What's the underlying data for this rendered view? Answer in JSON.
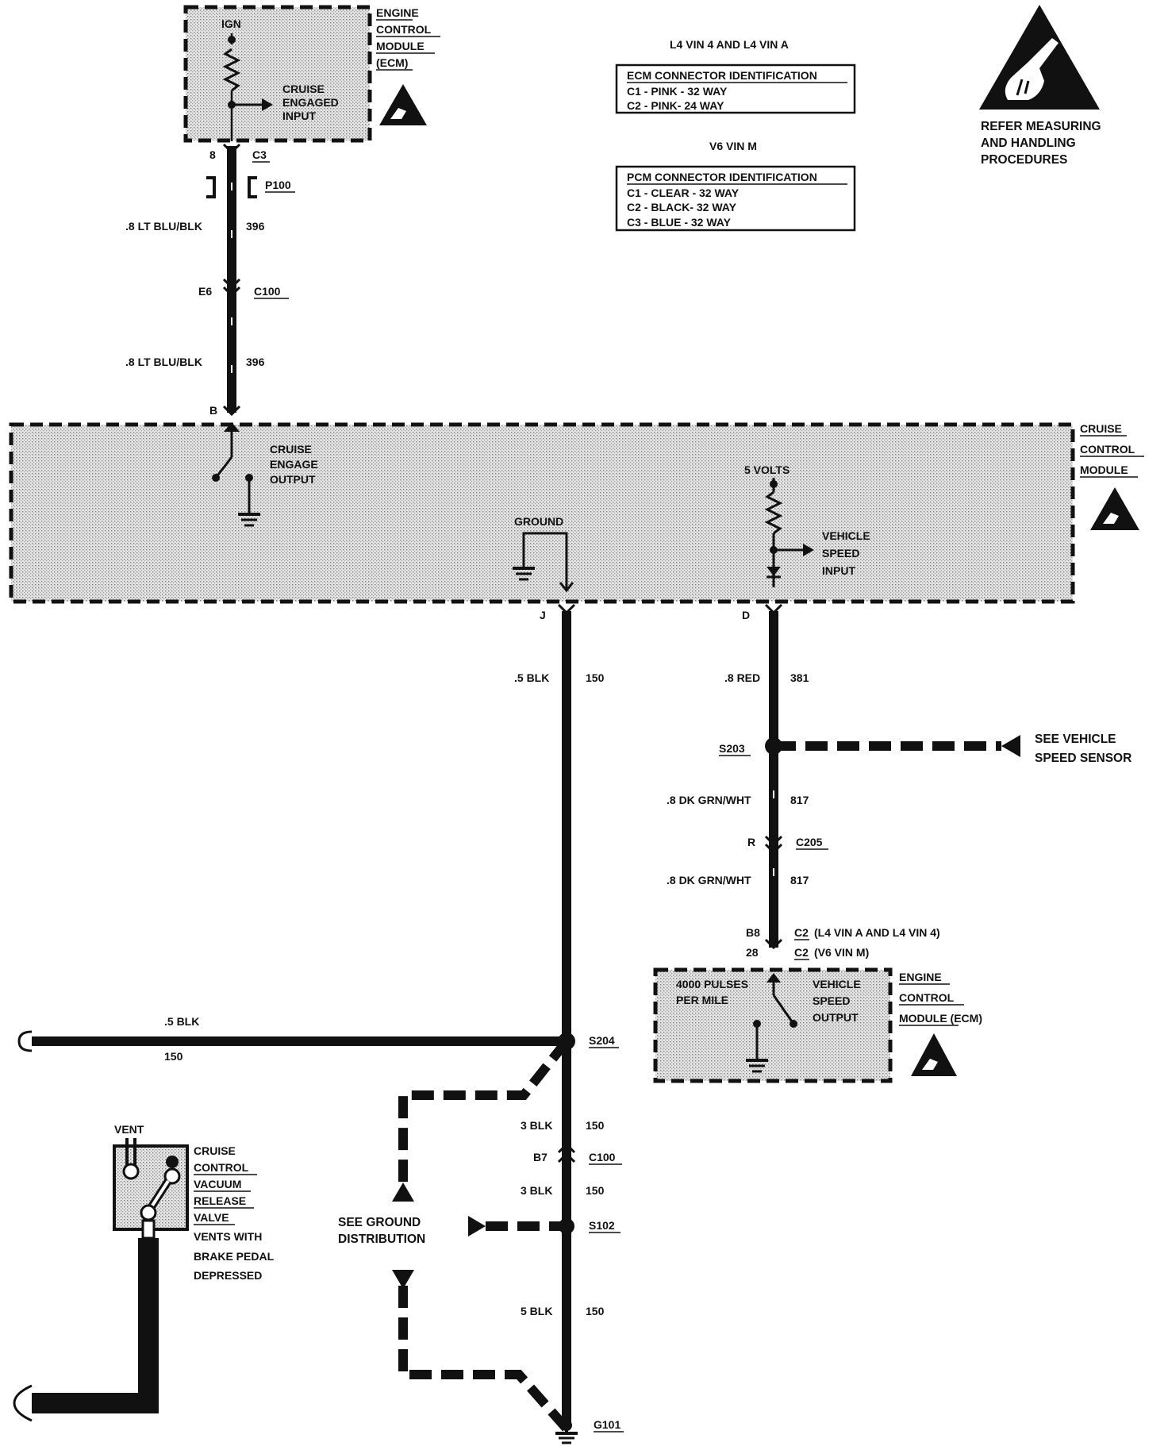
{
  "ecm_top": {
    "name_lines": [
      "ENGINE",
      "CONTROL",
      "MODULE",
      "(ECM)"
    ],
    "ign": "IGN",
    "input_lines": [
      "CRUISE",
      "ENGAGED",
      "INPUT"
    ]
  },
  "top_wire": {
    "pin_b8": "8",
    "conn_c3": "C3",
    "p100": "P100",
    "wire1": ".8 LT BLU/BLK",
    "circuit1": "396",
    "pin_e6": "E6",
    "conn_c100": "C100",
    "wire2": ".8 LT BLU/BLK",
    "circuit2": "396",
    "pin_b": "B"
  },
  "id_tables": {
    "l4_heading": "L4 VIN 4 AND L4 VIN A",
    "ecm_title": "ECM CONNECTOR IDENTIFICATION",
    "ecm_rows": [
      "C1 - PINK - 32 WAY",
      "C2 - PINK- 24 WAY"
    ],
    "v6_heading": "V6 VIN M",
    "pcm_title": "PCM CONNECTOR IDENTIFICATION",
    "pcm_rows": [
      "C1 - CLEAR - 32 WAY",
      "C2 - BLACK- 32 WAY",
      "C3 - BLUE - 32 WAY"
    ]
  },
  "esd": {
    "note_lines": [
      "REFER MEASURING",
      "AND HANDLING",
      "PROCEDURES"
    ]
  },
  "cruise_module": {
    "name_lines": [
      "CRUISE",
      "CONTROL",
      "MODULE"
    ],
    "engage_lines": [
      "CRUISE",
      "ENGAGE",
      "OUTPUT"
    ],
    "ground": "GROUND",
    "volts": "5 VOLTS",
    "speed_lines": [
      "VEHICLE",
      "SPEED",
      "INPUT"
    ],
    "pin_j": "J",
    "pin_d": "D"
  },
  "ground_circuit": {
    "wire1": ".5 BLK",
    "circuit1": "150",
    "left_wire": ".5 BLK",
    "left_circuit": "150",
    "s204": "S204",
    "wire2": "3 BLK",
    "circuit2": "150",
    "pin_b7": "B7",
    "conn_c100": "C100",
    "wire3": "3 BLK",
    "circuit3": "150",
    "s102": "S102",
    "wire4": "5 BLK",
    "circuit4": "150",
    "g101": "G101",
    "see_ground_lines": [
      "SEE GROUND",
      "DISTRIBUTION"
    ]
  },
  "speed_circuit": {
    "wire1": ".8 RED",
    "circuit1": "381",
    "s203": "S203",
    "see_vss_lines": [
      "SEE VEHICLE",
      "SPEED SENSOR"
    ],
    "wire2": ".8 DK GRN/WHT",
    "circuit2": "817",
    "pin_r": "R",
    "conn_c205": "C205",
    "wire3": ".8 DK GRN/WHT",
    "circuit3": "817",
    "pin_b8": "B8",
    "conn_c2a": "C2",
    "note_a": "(L4 VIN A AND L4 VIN 4)",
    "pin_28": "28",
    "conn_c2b": "C2",
    "note_b": "(V6 VIN M)"
  },
  "ecm_bottom": {
    "name_lines": [
      "ENGINE",
      "CONTROL",
      "MODULE (ECM)"
    ],
    "pulses_lines": [
      "4000 PULSES",
      "PER MILE"
    ],
    "output_lines": [
      "VEHICLE",
      "SPEED",
      "OUTPUT"
    ]
  },
  "vacuum_valve": {
    "vent": "VENT",
    "name_lines": [
      "CRUISE",
      "CONTROL",
      "VACUUM",
      "RELEASE",
      "VALVE"
    ],
    "desc_lines": [
      "VENTS WITH",
      "BRAKE PEDAL",
      "DEPRESSED"
    ]
  }
}
